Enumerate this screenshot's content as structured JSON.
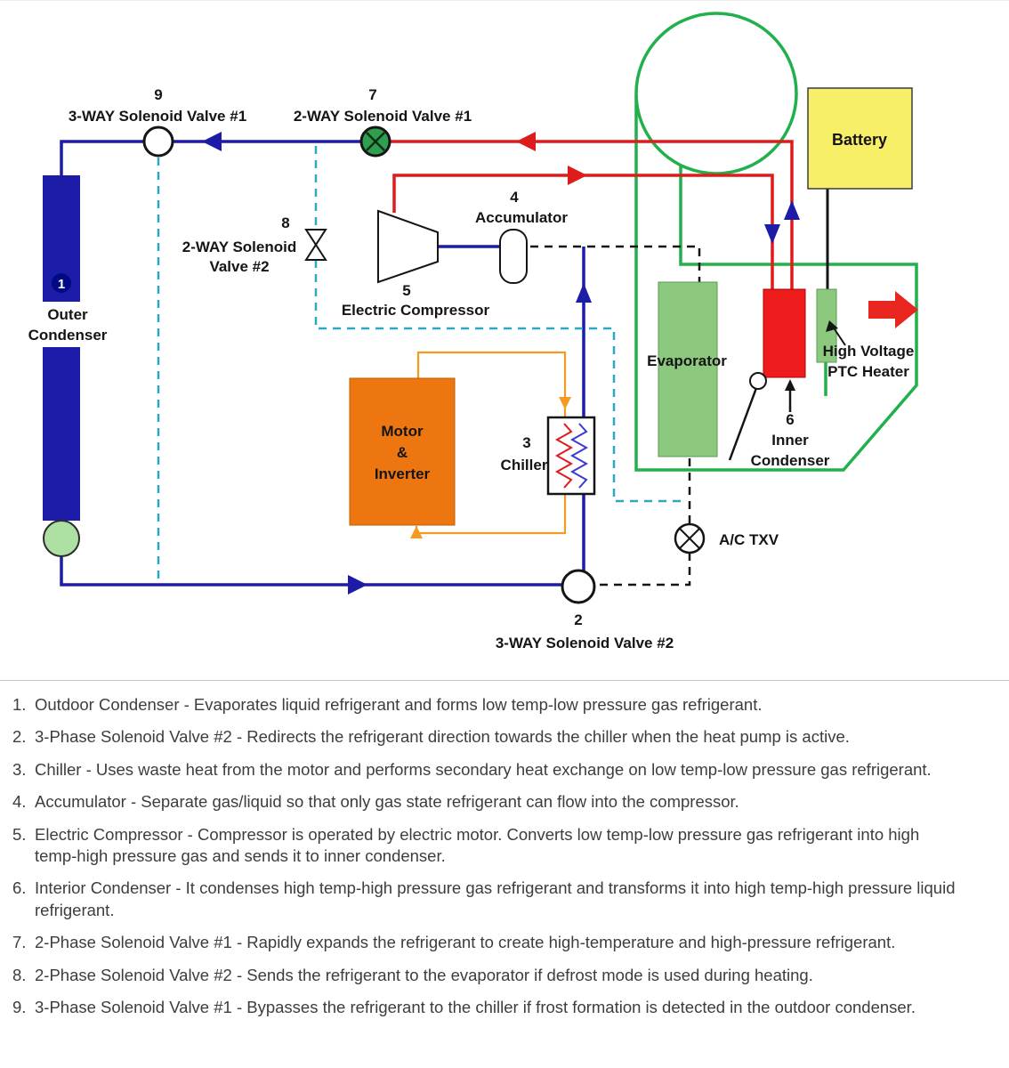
{
  "diagram": {
    "valve9": {
      "num": "9",
      "label": "3-WAY Solenoid Valve #1"
    },
    "valve7": {
      "num": "7",
      "label": "2-WAY Solenoid Valve #1"
    },
    "valve8": {
      "num": "8",
      "label1": "2-WAY Solenoid",
      "label2": "Valve #2"
    },
    "valve2": {
      "num": "2",
      "label": "3-WAY Solenoid Valve #2"
    },
    "txv": {
      "label": "A/C TXV"
    },
    "outer_condenser": {
      "num": "1",
      "label1": "Outer",
      "label2": "Condenser"
    },
    "accumulator": {
      "num": "4",
      "label": "Accumulator"
    },
    "compressor": {
      "num": "5",
      "label": "Electric Compressor"
    },
    "chiller": {
      "num": "3",
      "label": "Chiller"
    },
    "motor": {
      "label1": "Motor",
      "label2": "&",
      "label3": "Inverter"
    },
    "evaporator": {
      "label": "Evaporator"
    },
    "inner_condenser": {
      "num": "6",
      "label1": "Inner",
      "label2": "Condenser"
    },
    "ptc_heater": {
      "label1": "High Voltage",
      "label2": "PTC Heater"
    },
    "battery": {
      "label": "Battery"
    }
  },
  "colors": {
    "refrigerant_line": "#1c1ca8",
    "hot_gas_line": "#e01b1b",
    "coolant_line": "#22b04c",
    "defrost_dashed_line": "#2aa9c4",
    "ac_mode_dashed_line": "#151515",
    "motor_loop_line": "#f59a23",
    "battery_fill": "#f6ef67",
    "evaporator_fill": "#8cc87d",
    "ptc_heater_fill": "#8cc87d",
    "inner_condenser_fill": "#ee1c1c",
    "motor_inverter_fill": "#ee7611",
    "outer_condenser_fill": "#1c1ca8",
    "valve7_fill": "#2f9e4f"
  },
  "legend": {
    "items": [
      {
        "num": "1.",
        "text": "Outdoor Condenser - Evaporates liquid refrigerant and forms low temp-low pressure gas refrigerant."
      },
      {
        "num": "2.",
        "text": "3-Phase Solenoid Valve #2 - Redirects the refrigerant direction towards the chiller when the heat pump is active."
      },
      {
        "num": "3.",
        "text": "Chiller - Uses waste heat from the motor and performs secondary heat exchange on low temp-low pressure gas refrigerant."
      },
      {
        "num": "4.",
        "text": "Accumulator - Separate gas/liquid so that only gas state refrigerant can flow into the compressor."
      },
      {
        "num": "5.",
        "text": "Electric Compressor - Compressor is operated by electric motor. Converts low temp-low pressure gas refrigerant into high temp-high pressure gas and sends it to inner condenser."
      },
      {
        "num": "6.",
        "text": "Interior Condenser - It condenses high temp-high pressure gas refrigerant and transforms it into high temp-high pressure liquid refrigerant."
      },
      {
        "num": "7.",
        "text": "2-Phase Solenoid Valve #1 - Rapidly expands the refrigerant to create high-temperature and high-pressure refrigerant."
      },
      {
        "num": "8.",
        "text": "2-Phase Solenoid Valve #2 - Sends the refrigerant to the evaporator if defrost mode is used during heating."
      },
      {
        "num": "9.",
        "text": "3-Phase Solenoid Valve #1 - Bypasses the refrigerant to the chiller if frost formation is detected in the outdoor condenser."
      }
    ]
  }
}
